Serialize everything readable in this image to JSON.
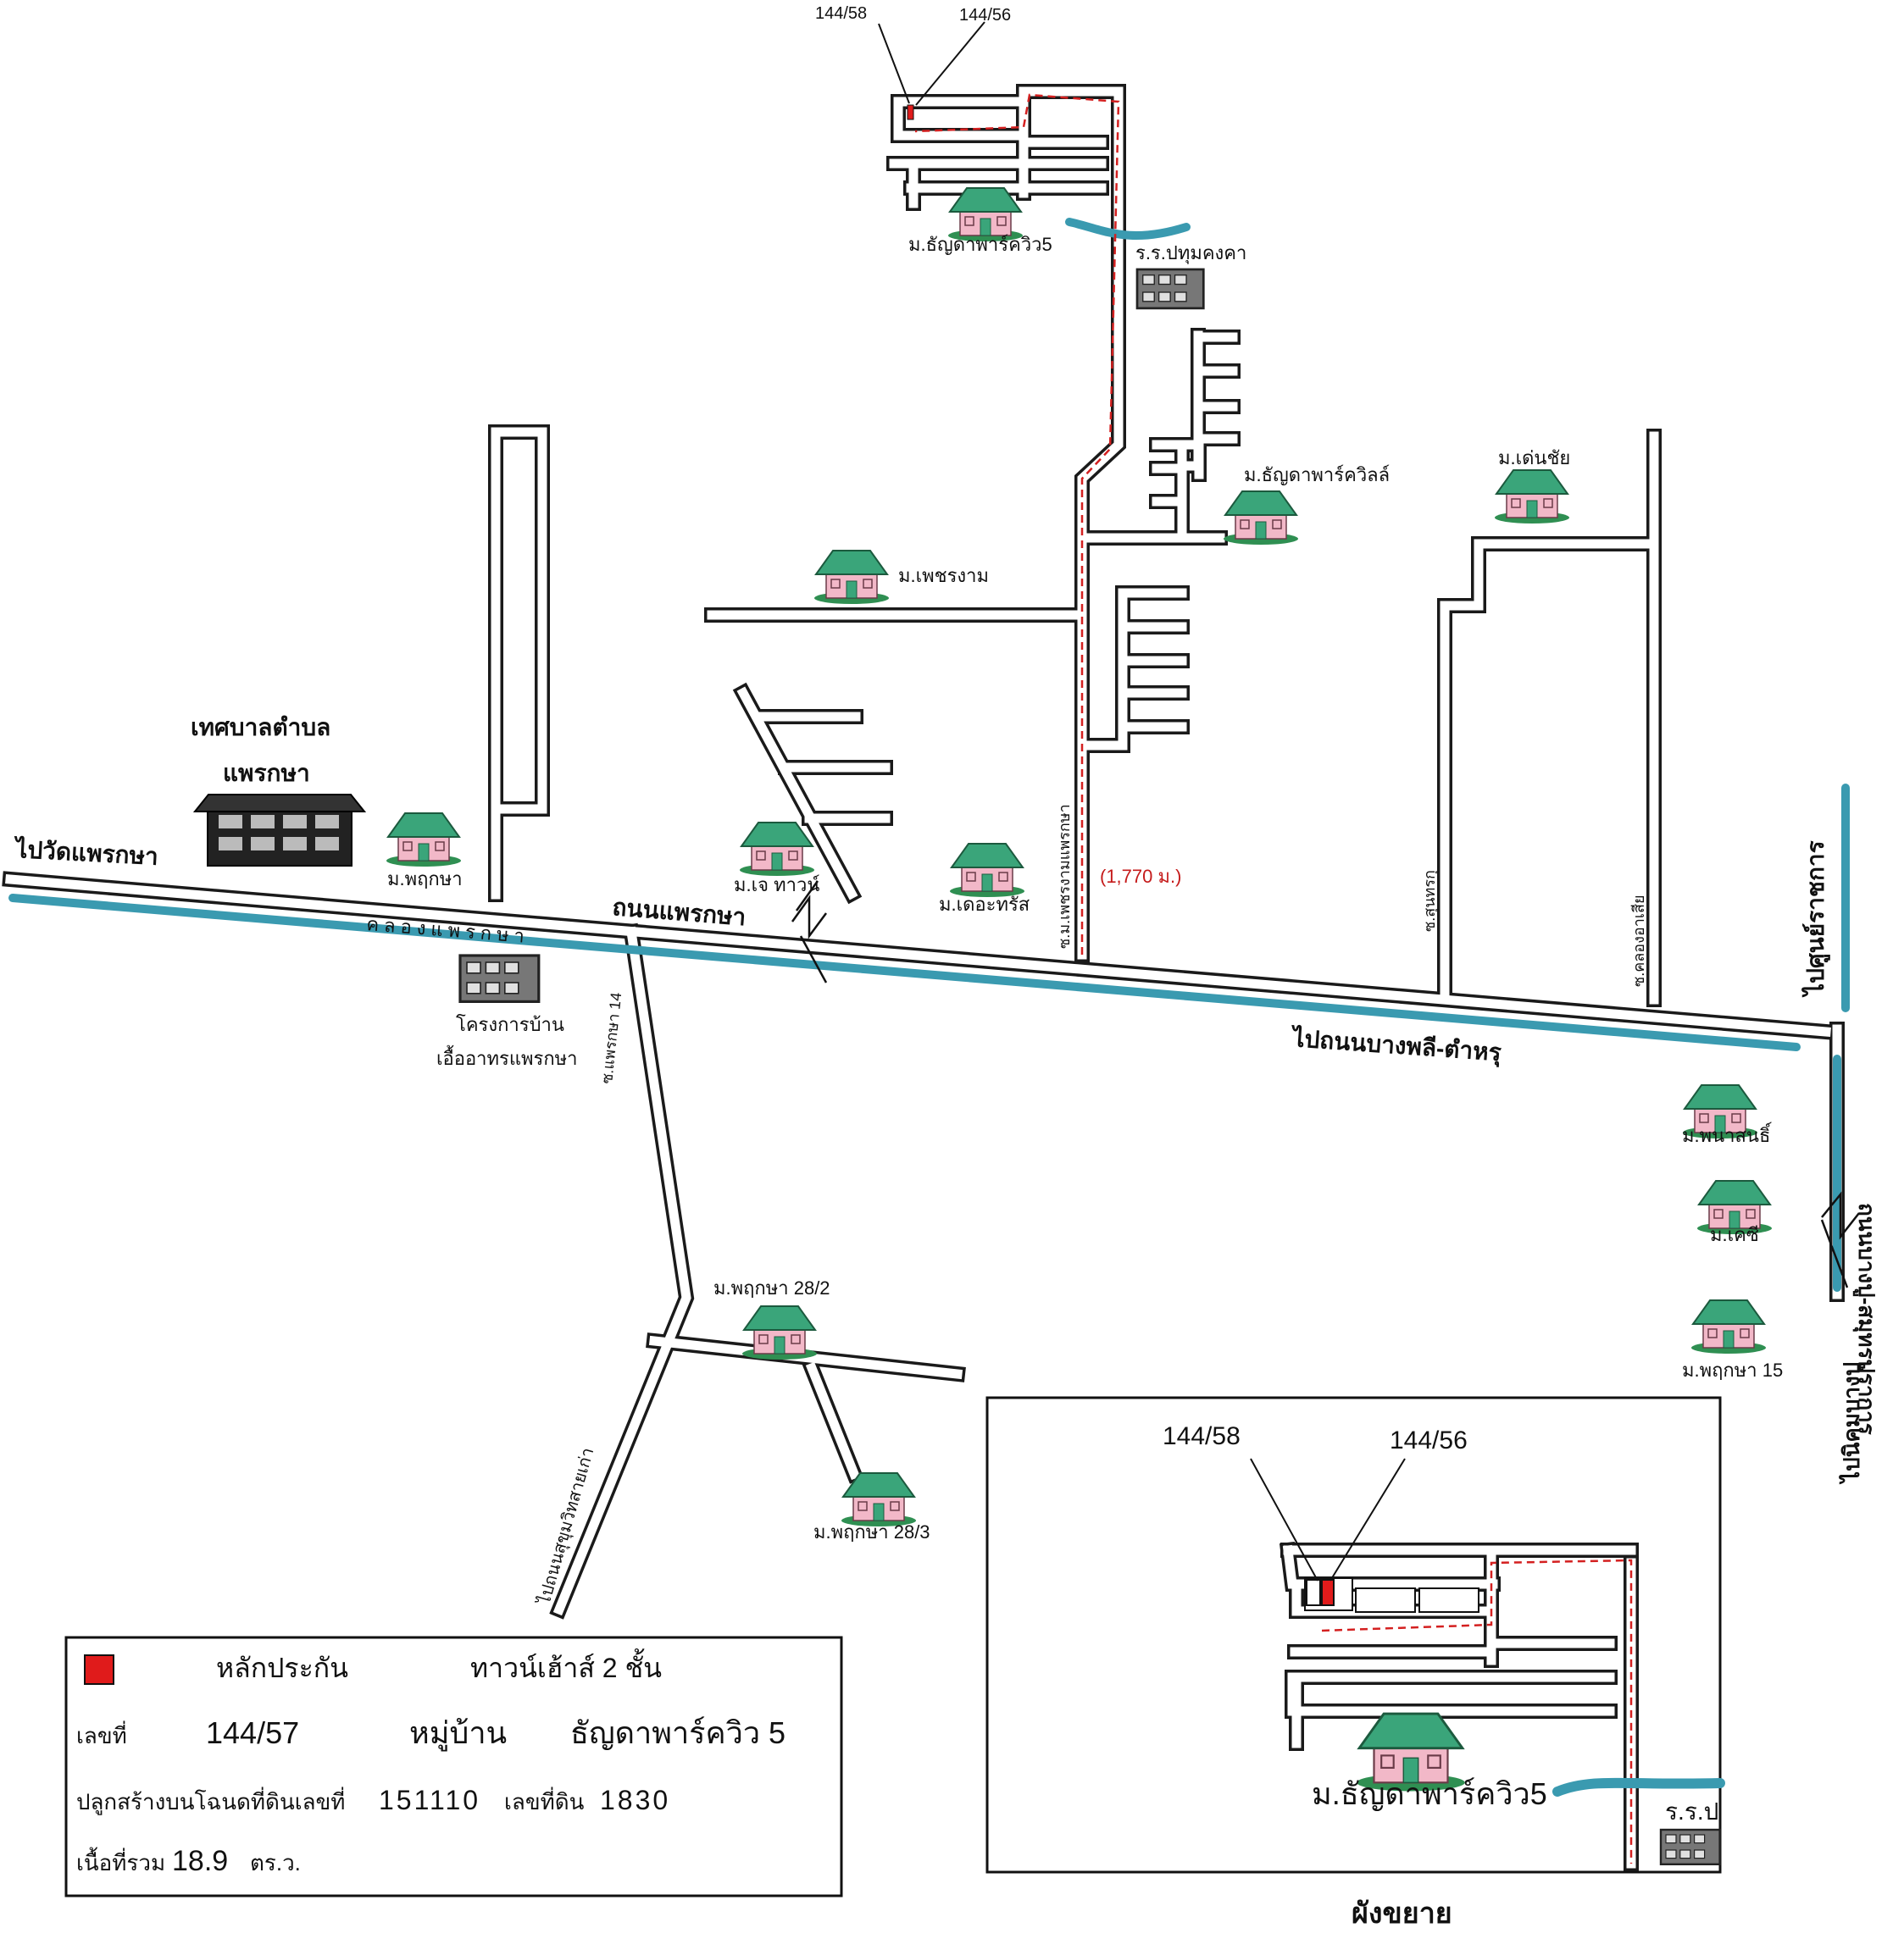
{
  "labels": {
    "lot_58": "144/58",
    "lot_56": "144/56",
    "vil_thanyada5": "ม.ธัญดาพาร์ควิว5",
    "school": "ร.ร.ปทุมคงคา",
    "vil_thanyada_ville": "ม.ธัญดาพาร์ควิลล์",
    "vil_denchai": "ม.เด่นชัย",
    "vil_phetngam": "ม.เพชรงาม",
    "municipality_1": "เทศบาลตำบล",
    "municipality_2": "แพรกษา",
    "to_wat": "ไปวัดแพรกษา",
    "vil_pruksa": "ม.พฤกษา",
    "canal": "คลองแพรกษา",
    "road_praeksa": "ถนนแพรกษา",
    "vil_j_town": "ม.เจ ทาวน์",
    "vil_the_trust": "ม.เดอะทรัส",
    "distance": "(1,770 ม.)",
    "soi_phetngam": "ซ.ม.เพชรงามแพรกษา",
    "soi_sukhothai": "ซ.สุนทรกุ",
    "soi_khlongasia": "ซ.คลองอาเสีย",
    "to_centre": "ไปศูนย์ราชการ",
    "housing_project_1": "โครงการบ้าน",
    "housing_project_2": "เอื้ออาทรแพรกษา",
    "soi_praeksa14": "ซ.แพรกษา 14",
    "to_bangphli": "ไปถนนบางพลี-ตำหรุ",
    "road_bangpu_east": "ถนนบางปู-สมุทรปราการ",
    "vil_phanasonthi": "ม.พนาสนธิ์",
    "vil_kc": "ม.เคซี",
    "vil_pruksa15": "ม.พฤกษา 15",
    "vil_pruksa28_2": "ม.พฤกษา 28/2",
    "vil_pruksa28_3": "ม.พฤกษา 28/3",
    "to_sukhumvit": "ไปถนนสุขุมวิทสายเก่า",
    "to_bangpu_bottom": "ไปนิคมบางปู",
    "inset_lot_58": "144/58",
    "inset_lot_56": "144/56",
    "inset_village": "ม.ธัญดาพาร์ควิว5",
    "inset_school": "ร.ร.ป",
    "inset_caption": "ผังขยาย"
  },
  "legend": {
    "collateral_label": "หลักประกัน",
    "property_type": "ทาวน์เฮ้าส์ 2 ชั้น",
    "number_label": "เลขที่",
    "number_value": "144/57",
    "village_label": "หมู่บ้าน",
    "village_value": "ธัญดาพาร์ควิว 5",
    "title_deed_label": "ปลูกสร้างบนโฉนดที่ดินเลขที่",
    "title_deed_value": "151110",
    "land_no_label": "เลขที่ดิน",
    "land_no_value": "1830",
    "area_label": "เนื้อที่รวม",
    "area_value": "18.9",
    "area_unit": "ตร.ว."
  },
  "colors": {
    "collateral": "#e01b1b",
    "canal": "#3a9ab0",
    "route": "#d42020",
    "house_roof": "#3aa57a",
    "house_wall": "#f2b8c8"
  }
}
